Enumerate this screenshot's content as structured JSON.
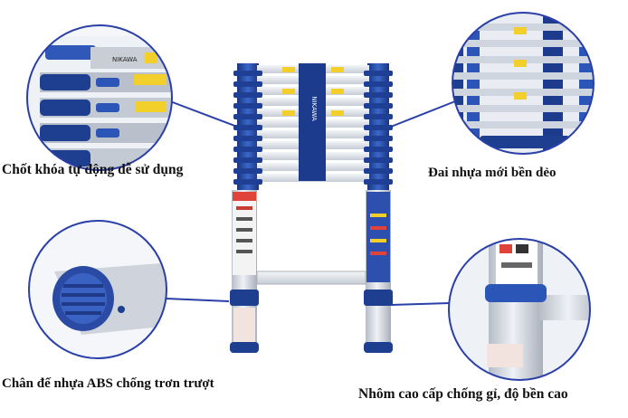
{
  "brand": "NIKAWA",
  "captions": {
    "lock": "Chốt khóa tự động dễ sử dụng",
    "band": "Đai nhựa mới bền dẻo",
    "foot": "Chân đế nhựa ABS chống trơn trượt",
    "aluminum": "Nhôm cao cấp chống gỉ, độ bền cao"
  },
  "colors": {
    "navy": "#1e3f8f",
    "blue": "#2b56b8",
    "aluminum": "#c9ced6",
    "callout_line": "#2a3fa8",
    "warning_yellow": "#f2cf2a",
    "warning_red": "#e0433a"
  },
  "icons": [
    "lock-latch-icon",
    "warning-label-icon",
    "foot-cap-icon"
  ]
}
